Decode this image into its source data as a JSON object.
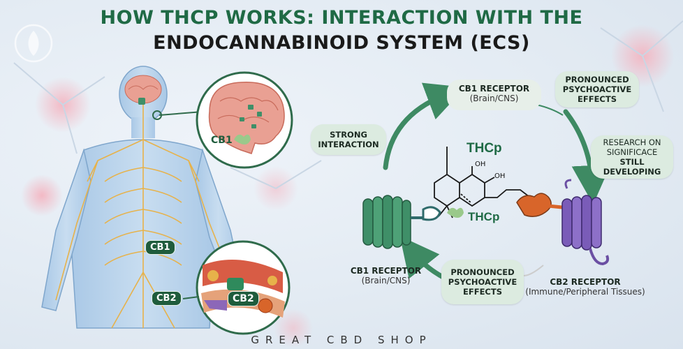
{
  "title": {
    "line1": "HOW THCP WORKS: INTERACTION WITH THE",
    "line2": "ENDOCANNABINOID SYSTEM (ECS)"
  },
  "body_labels": {
    "brain_inset": "CB1",
    "spine": "CB1",
    "lower_left": "CB2",
    "tissue_inset": "CB2"
  },
  "cycle": {
    "top_receptor": {
      "name": "CB1 RECEPTOR",
      "location": "(Brain/CNS)"
    },
    "left_receptor": {
      "name": "CB1 RECEPTOR",
      "location": "(Brain/CNS)"
    },
    "right_receptor": {
      "name": "CB2 RECEPTOR",
      "location": "(Immune/Peripheral Tissues)"
    },
    "bubbles": {
      "top_right": "PRONOUNCED PSYCHOACTIVE EFFECTS",
      "left": "STRONG INTERACTION",
      "right_prefix": "RESEARCH ON SIGNIFICACE",
      "right_bold": "STILL DEVELOPING",
      "bottom": "PRONOUNCED PSYCHOACTIVE EFFECTS"
    },
    "molecule": {
      "name": "THCp",
      "ligand": "THCp",
      "oh1": "OH",
      "oh2": "OH"
    }
  },
  "footer": "GREAT CBD SHOP",
  "colors": {
    "title_green": "#1f6a45",
    "cb1_receptor": "#3f8f68",
    "cb2_receptor": "#7a5cb8",
    "ligand_orange": "#d8652a",
    "arrow_green": "#3e8a63",
    "nerve_yellow": "#e7b24a"
  }
}
